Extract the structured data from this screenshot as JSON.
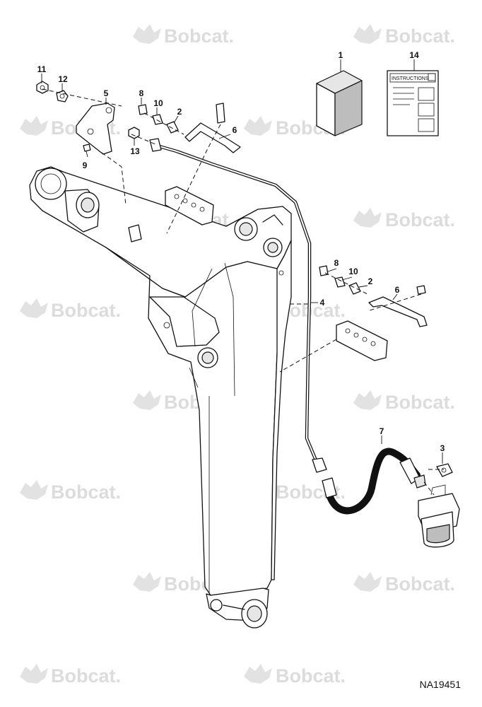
{
  "watermark": {
    "text": "Bobcat.",
    "color": "#dcdcdc"
  },
  "callouts": {
    "c1": "1",
    "c14": "14",
    "c11": "11",
    "c12": "12",
    "c5": "5",
    "c8a": "8",
    "c10a": "10",
    "c2a": "2",
    "c6a": "6",
    "c9": "9",
    "c13": "13",
    "c4": "4",
    "c8b": "8",
    "c10b": "10",
    "c2b": "2",
    "c6b": "6",
    "c7": "7",
    "c3": "3"
  },
  "instructions_label": "INSTRUCTIONS",
  "reference_number": "NA19451"
}
